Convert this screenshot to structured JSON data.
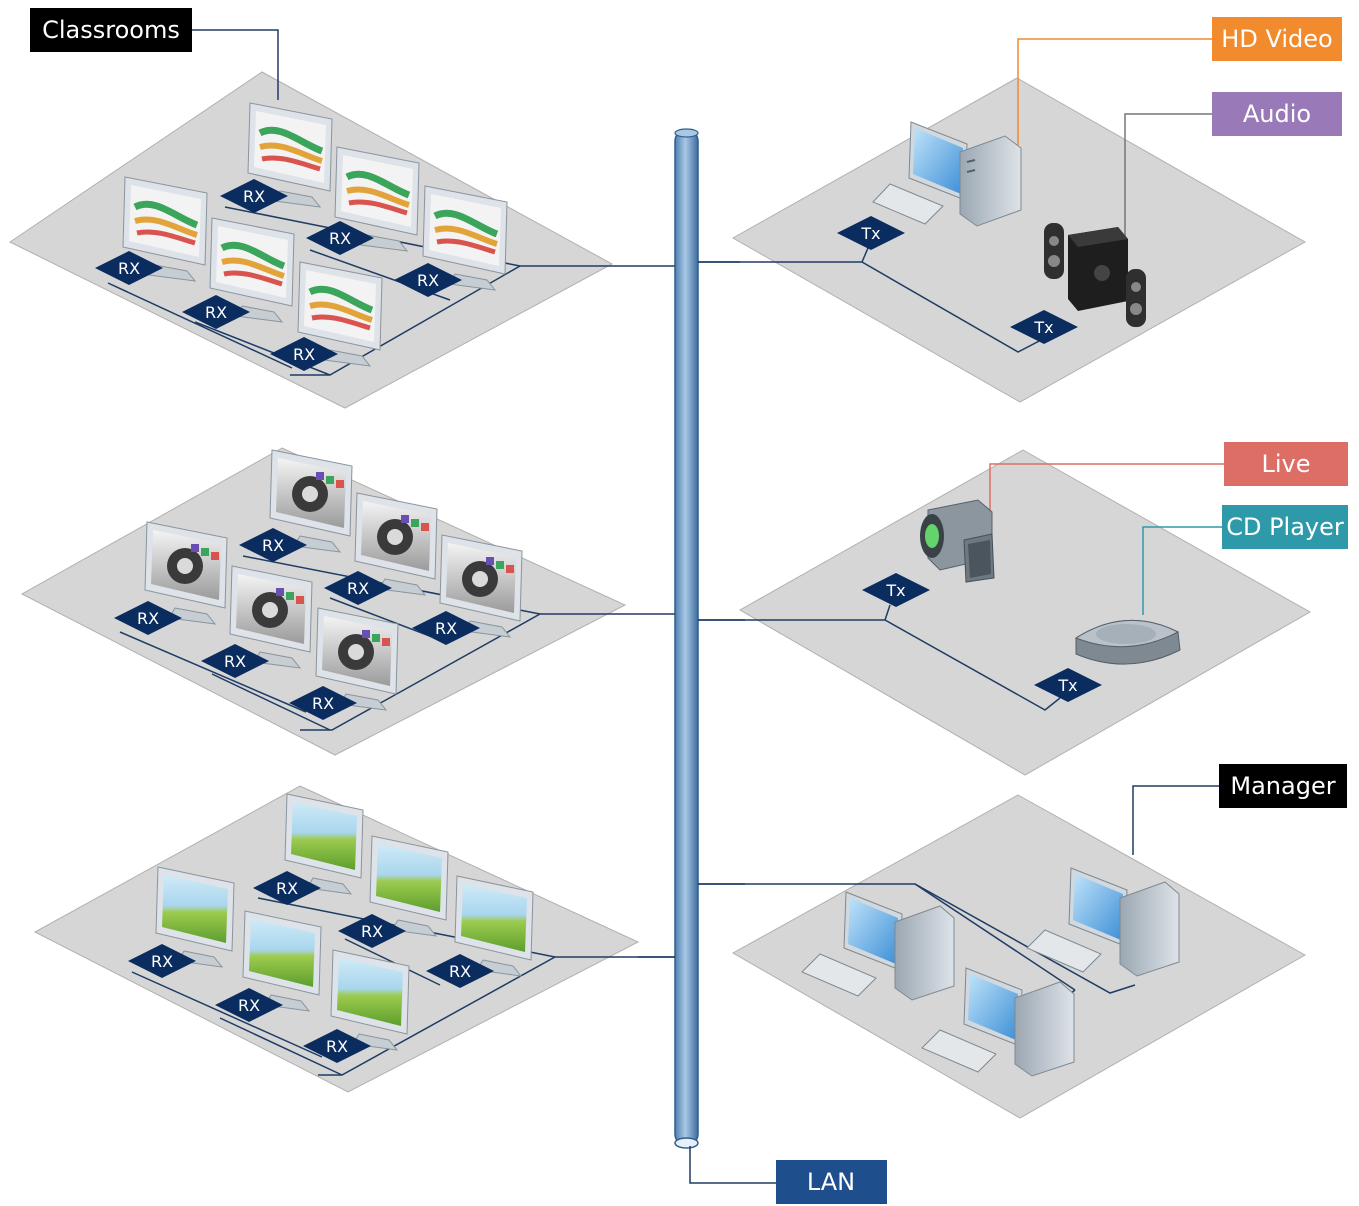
{
  "labels": {
    "classrooms": "Classrooms",
    "hd_video": "HD Video",
    "audio": "Audio",
    "live": "Live",
    "cd_player": "CD Player",
    "manager": "Manager",
    "lan": "LAN"
  },
  "receiver_label": "RX",
  "transmitter_label": "Tx",
  "colors": {
    "classrooms": "#000000",
    "hd_video": "#F28A2E",
    "audio": "#9A79B8",
    "live": "#DC6E66",
    "cd_player": "#2E9AA9",
    "manager": "#000000",
    "lan": "#1F4E8C",
    "platform": "#D5D5D5",
    "cable": "#1F3C64",
    "lan_pipe": "#7FA8D1",
    "badge": "#0B2C5E"
  },
  "icons": {
    "classrooms": "monitor-flowchart-icon",
    "middle_rooms": "monitor-media-logo-icon",
    "bottom_rooms": "monitor-landscape-icon",
    "hd_video": "desktop-computer-icon",
    "audio": "speaker-system-icon",
    "live": "video-camera-icon",
    "cd_player": "cd-player-icon",
    "manager": "desktop-computer-icon"
  }
}
